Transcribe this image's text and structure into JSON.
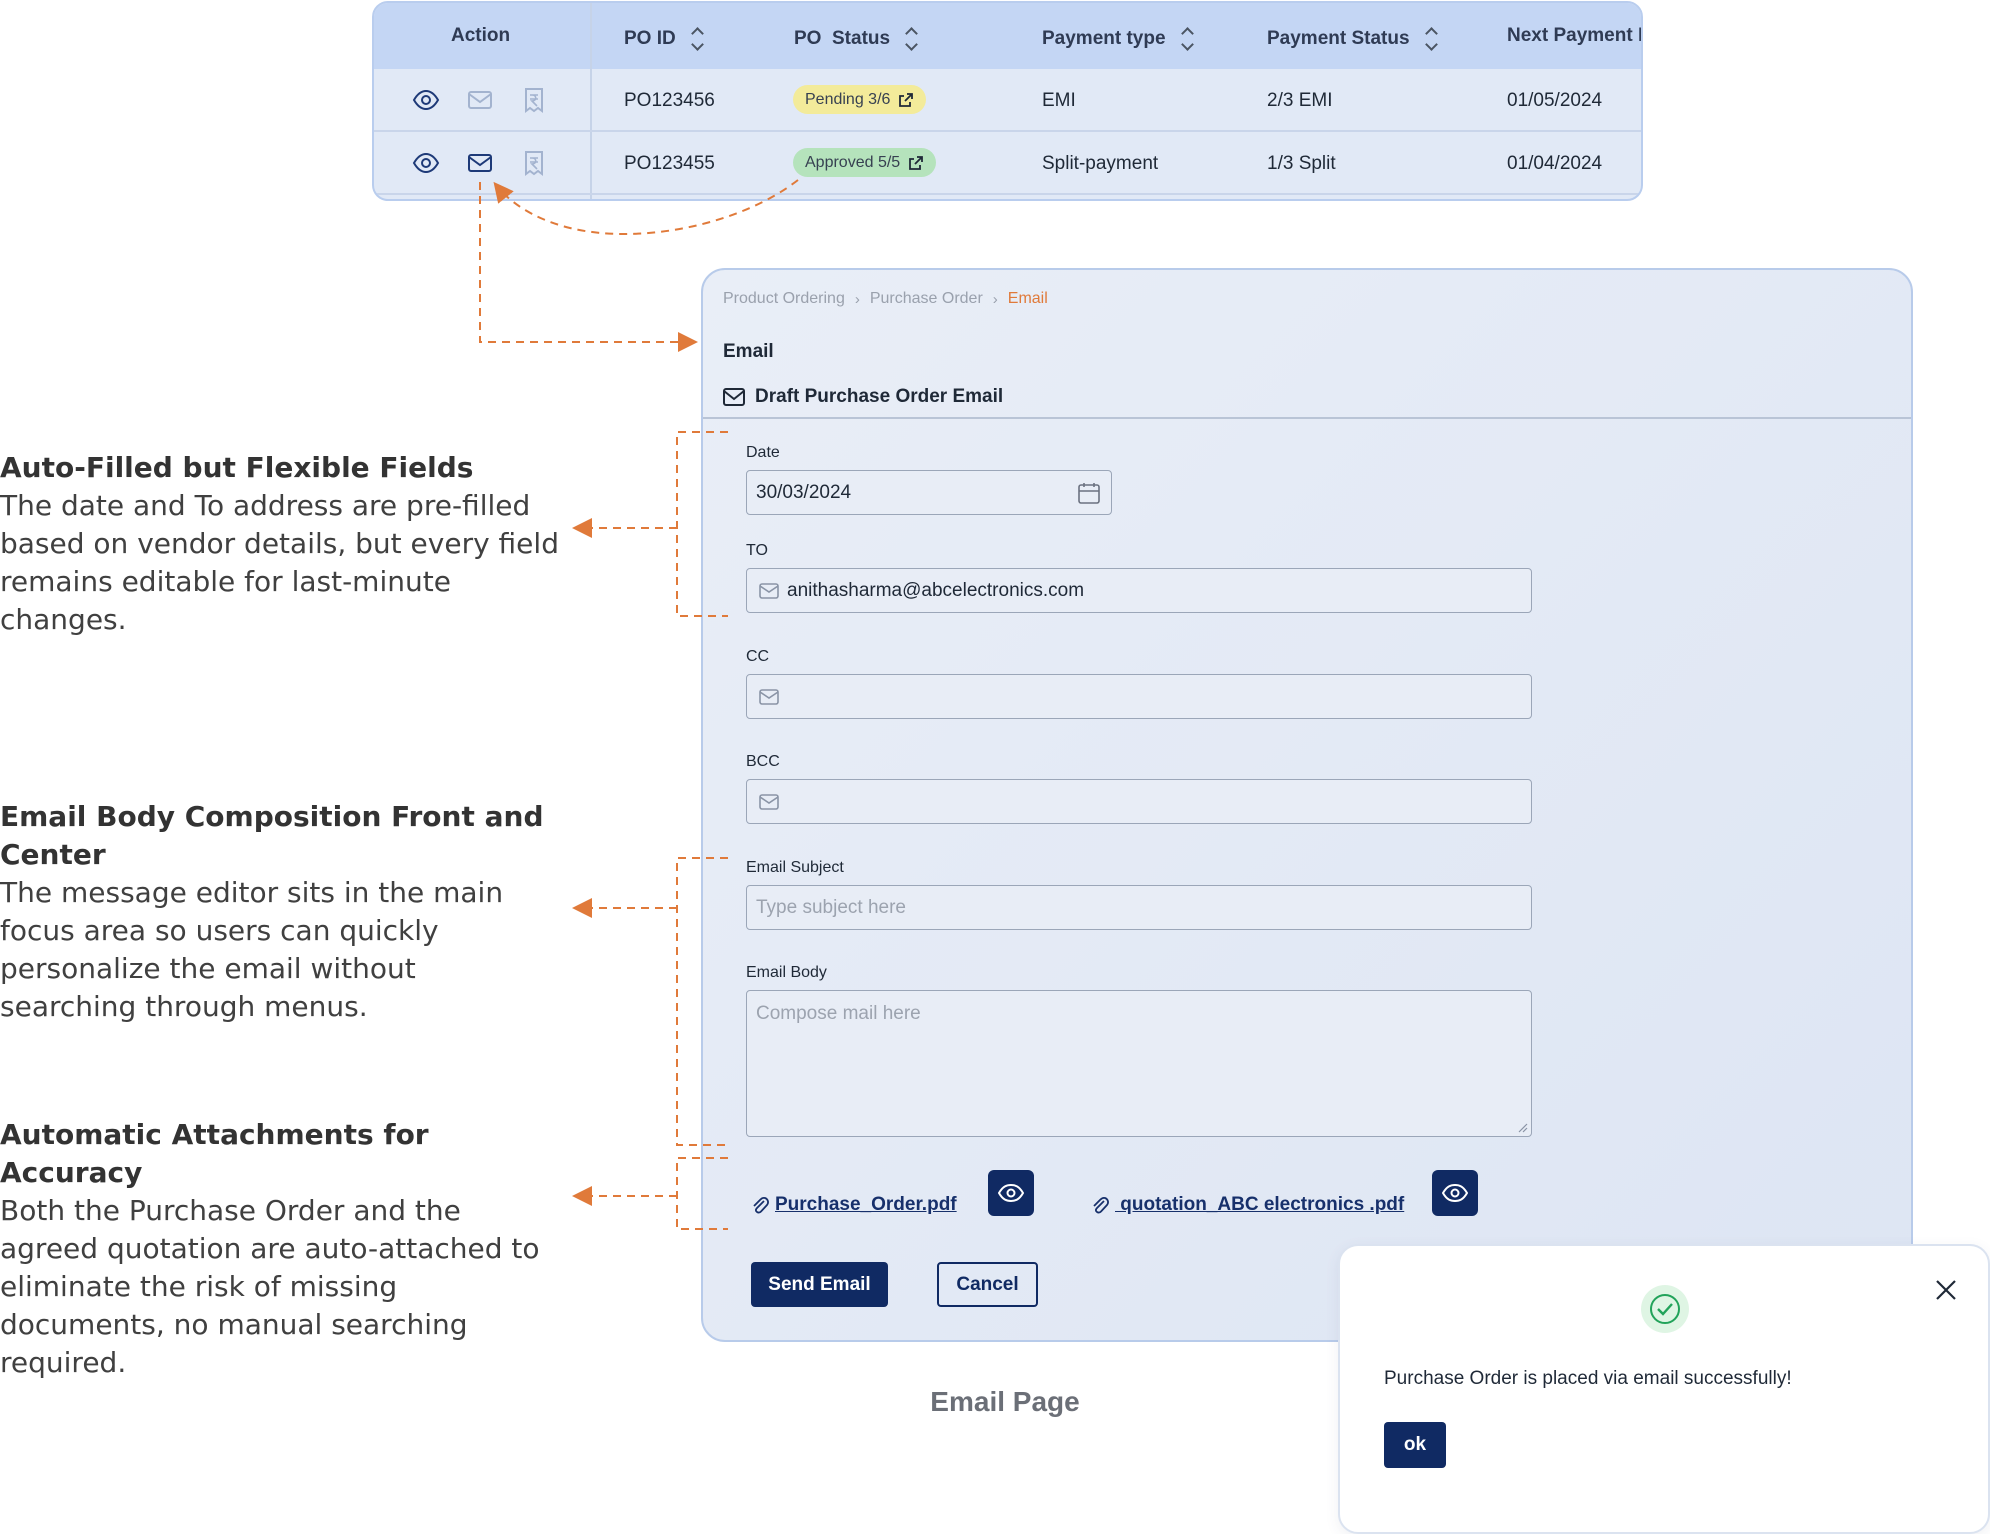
{
  "table": {
    "headers": {
      "action": "Action",
      "po_id": "PO ID",
      "po_status": "PO  Status",
      "payment_type": "Payment type",
      "payment_status": "Payment Status",
      "next_payment": "Next Payment D"
    },
    "rows": [
      {
        "po_id": "PO123456",
        "status": "Pending 3/6",
        "payment_type": "EMI",
        "payment_status": "2/3 EMI",
        "next_payment": "01/05/2024"
      },
      {
        "po_id": "PO123455",
        "status": "Approved 5/5",
        "payment_type": "Split-payment",
        "payment_status": "1/3 Split",
        "next_payment": "01/04/2024"
      }
    ],
    "action_icons": [
      "eye-icon",
      "mail-icon",
      "rupee-receipt-icon"
    ]
  },
  "email_page": {
    "breadcrumb": [
      "Product Ordering",
      "Purchase Order",
      "Email"
    ],
    "title": "Email",
    "section_title": "Draft Purchase Order Email",
    "fields": {
      "date": {
        "label": "Date",
        "value": "30/03/2024"
      },
      "to": {
        "label": "TO",
        "value": "anithasharma@abcelectronics.com"
      },
      "cc": {
        "label": "CC",
        "value": ""
      },
      "bcc": {
        "label": "BCC",
        "value": ""
      },
      "subject": {
        "label": "Email Subject",
        "placeholder": "Type subject here"
      },
      "body": {
        "label": "Email Body",
        "placeholder": "Compose mail here"
      }
    },
    "attachments": [
      "Purchase_Order.pdf",
      " quotation_ABC electronics .pdf"
    ],
    "send_label": "Send Email",
    "cancel_label": "Cancel",
    "caption": "Email Page"
  },
  "dialog": {
    "message": "Purchase Order is placed via email successfully!",
    "ok_label": "ok"
  },
  "annotations": [
    {
      "title": "Auto-Filled but Flexible Fields",
      "body": "The date and To address are pre-filled based on vendor details, but every field remains editable for last-minute changes."
    },
    {
      "title": "Email Body Composition Front and Center",
      "body": "The message editor sits in the main focus area so users can quickly personalize the email without searching through menus."
    },
    {
      "title": "Automatic Attachments for Accuracy",
      "body": "Both the Purchase Order and the agreed quotation are auto-attached to eliminate the risk of missing documents, no manual searching required."
    }
  ],
  "colors": {
    "accent_orange": "#e07a3a",
    "primary_navy": "#102a63",
    "pending_badge": "#f3eb9a",
    "approved_badge": "#b5e3bc"
  }
}
